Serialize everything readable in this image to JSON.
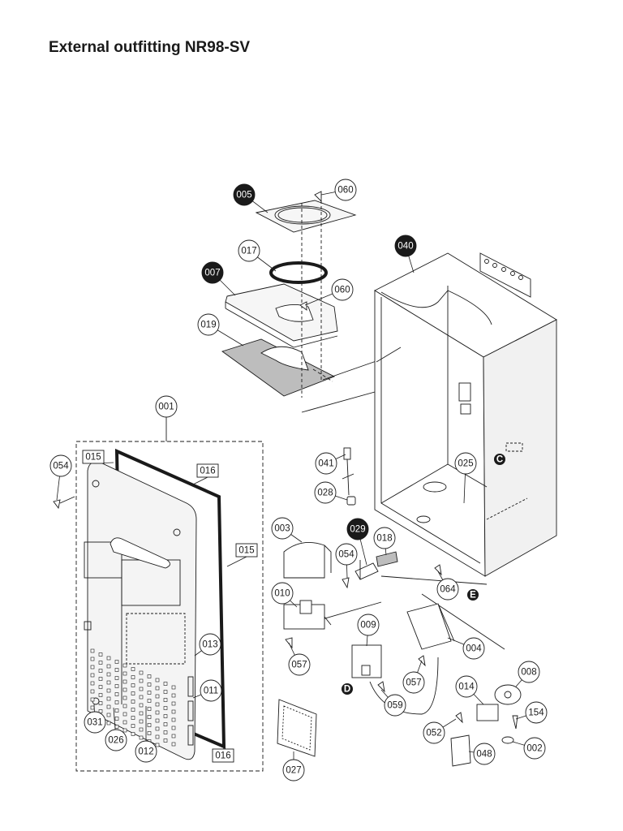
{
  "title": "External outfitting NR98-SV",
  "callouts": [
    {
      "id": "c005",
      "label": "005",
      "filled": true
    },
    {
      "id": "c060a",
      "label": "060",
      "filled": false
    },
    {
      "id": "c017",
      "label": "017",
      "filled": false
    },
    {
      "id": "c007",
      "label": "007",
      "filled": true
    },
    {
      "id": "c060b",
      "label": "060",
      "filled": false
    },
    {
      "id": "c019",
      "label": "019",
      "filled": false
    },
    {
      "id": "c040",
      "label": "040",
      "filled": true
    },
    {
      "id": "c001",
      "label": "001",
      "filled": false
    },
    {
      "id": "c054a",
      "label": "054",
      "filled": false
    },
    {
      "id": "c041",
      "label": "041",
      "filled": false
    },
    {
      "id": "c025",
      "label": "025",
      "filled": false
    },
    {
      "id": "c028",
      "label": "028",
      "filled": false
    },
    {
      "id": "c003",
      "label": "003",
      "filled": false
    },
    {
      "id": "c029",
      "label": "029",
      "filled": true
    },
    {
      "id": "c018",
      "label": "018",
      "filled": false
    },
    {
      "id": "c054b",
      "label": "054",
      "filled": false
    },
    {
      "id": "c064",
      "label": "064",
      "filled": false
    },
    {
      "id": "c010",
      "label": "010",
      "filled": false
    },
    {
      "id": "c009",
      "label": "009",
      "filled": false
    },
    {
      "id": "c004",
      "label": "004",
      "filled": false
    },
    {
      "id": "c057a",
      "label": "057",
      "filled": false
    },
    {
      "id": "c013",
      "label": "013",
      "filled": false
    },
    {
      "id": "c057b",
      "label": "057",
      "filled": false
    },
    {
      "id": "c008",
      "label": "008",
      "filled": false
    },
    {
      "id": "c011",
      "label": "011",
      "filled": false
    },
    {
      "id": "c014",
      "label": "014",
      "filled": false
    },
    {
      "id": "c059",
      "label": "059",
      "filled": false
    },
    {
      "id": "c154",
      "label": "154",
      "filled": false
    },
    {
      "id": "c031",
      "label": "031",
      "filled": false
    },
    {
      "id": "c026",
      "label": "026",
      "filled": false
    },
    {
      "id": "c012",
      "label": "012",
      "filled": false
    },
    {
      "id": "c052",
      "label": "052",
      "filled": false
    },
    {
      "id": "c002",
      "label": "002",
      "filled": false
    },
    {
      "id": "c048",
      "label": "048",
      "filled": false
    },
    {
      "id": "c027",
      "label": "027",
      "filled": false
    }
  ],
  "boxed_labels": [
    {
      "id": "b015a",
      "label": "015"
    },
    {
      "id": "b016a",
      "label": "016"
    },
    {
      "id": "b015b",
      "label": "015"
    },
    {
      "id": "b016b",
      "label": "016"
    }
  ],
  "connection_markers": [
    {
      "id": "mC",
      "label": "C"
    },
    {
      "id": "mE",
      "label": "E"
    },
    {
      "id": "mD",
      "label": "D"
    }
  ],
  "colors": {
    "ink": "#1a1a1a",
    "shaded_part": "#bdbdbd",
    "panel_fill": "#f4f4f4"
  }
}
